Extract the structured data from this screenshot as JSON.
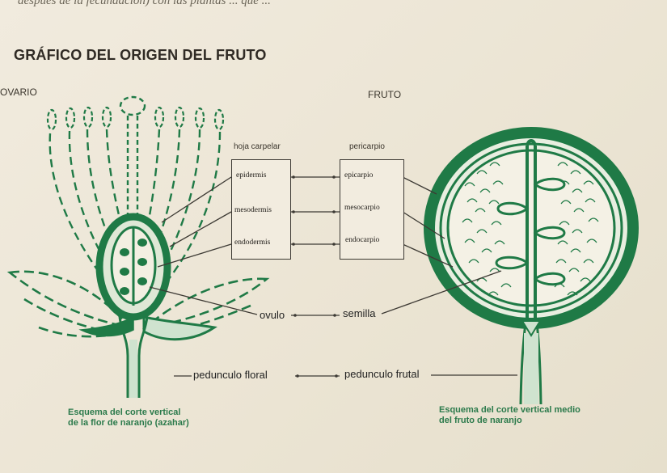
{
  "top_text": "despues de la fecundación) con las plantas ... que ... ",
  "title": "GRÁFICO DEL ORIGEN DEL FRUTO",
  "left_label": "OVARIO",
  "right_label": "FRUTO",
  "left_column": {
    "header": "hoja carpelar",
    "items": [
      "epidermis",
      "mesodermis",
      "endodermis"
    ]
  },
  "right_column": {
    "header": "pericarpio",
    "items": [
      "epicarpio",
      "mesocarpio",
      "endocarpio"
    ]
  },
  "ovule_label": "ovulo",
  "seed_label": "semilla",
  "floral_peduncle_label": "pedunculo floral",
  "fruit_peduncle_label": "pedunculo frutal",
  "flower_caption": [
    "Esquema del corte vertical",
    "de la flor de naranjo (azahar)"
  ],
  "fruit_caption": [
    "Esquema del corte vertical medio",
    "del fruto de naranjo"
  ],
  "colors": {
    "green": "#1f7a46",
    "light_green": "#cfe3cf",
    "ink": "#3d3a34"
  }
}
